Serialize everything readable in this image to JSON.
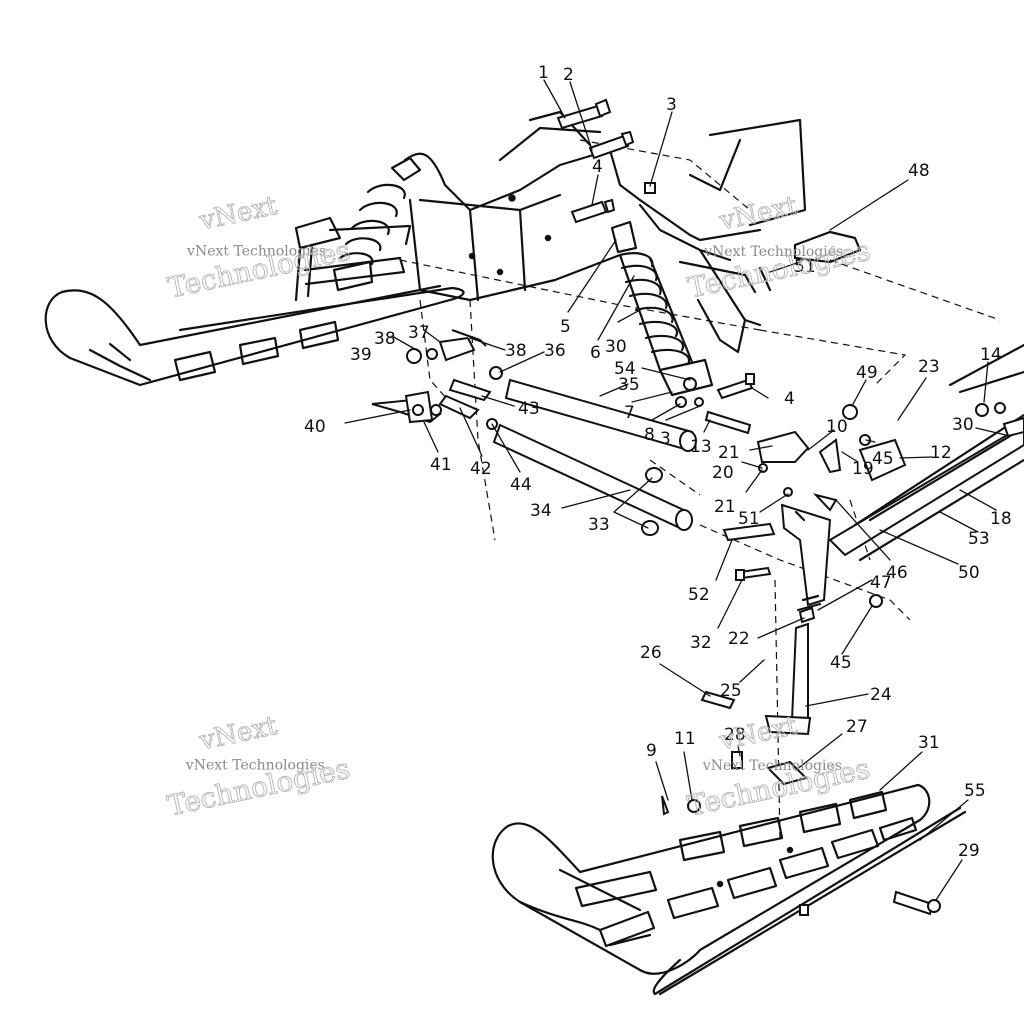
{
  "callouts": [
    {
      "text": "1"
    },
    {
      "text": "2"
    },
    {
      "text": "3"
    },
    {
      "text": "4"
    },
    {
      "text": "48"
    },
    {
      "text": "5"
    },
    {
      "text": "6"
    },
    {
      "text": "30"
    },
    {
      "text": "51"
    },
    {
      "text": "38"
    },
    {
      "text": "37"
    },
    {
      "text": "39"
    },
    {
      "text": "38"
    },
    {
      "text": "36"
    },
    {
      "text": "54"
    },
    {
      "text": "35"
    },
    {
      "text": "7"
    },
    {
      "text": "8"
    },
    {
      "text": "3"
    },
    {
      "text": "4"
    },
    {
      "text": "49"
    },
    {
      "text": "23"
    },
    {
      "text": "13"
    },
    {
      "text": "10"
    },
    {
      "text": "21"
    },
    {
      "text": "20"
    },
    {
      "text": "19"
    },
    {
      "text": "45"
    },
    {
      "text": "12"
    },
    {
      "text": "14"
    },
    {
      "text": "30"
    },
    {
      "text": "40"
    },
    {
      "text": "43"
    },
    {
      "text": "41"
    },
    {
      "text": "42"
    },
    {
      "text": "44"
    },
    {
      "text": "34"
    },
    {
      "text": "33"
    },
    {
      "text": "21"
    },
    {
      "text": "51"
    },
    {
      "text": "52"
    },
    {
      "text": "32"
    },
    {
      "text": "22"
    },
    {
      "text": "46"
    },
    {
      "text": "47"
    },
    {
      "text": "45"
    },
    {
      "text": "53"
    },
    {
      "text": "18"
    },
    {
      "text": "50"
    },
    {
      "text": "26"
    },
    {
      "text": "25"
    },
    {
      "text": "24"
    },
    {
      "text": "27"
    },
    {
      "text": "28"
    },
    {
      "text": "9"
    },
    {
      "text": "11"
    },
    {
      "text": "31"
    },
    {
      "text": "55"
    },
    {
      "text": "29"
    }
  ],
  "watermark": {
    "line1": "vNext",
    "line2": "vNext Technologies",
    "line3": "Technologies"
  }
}
